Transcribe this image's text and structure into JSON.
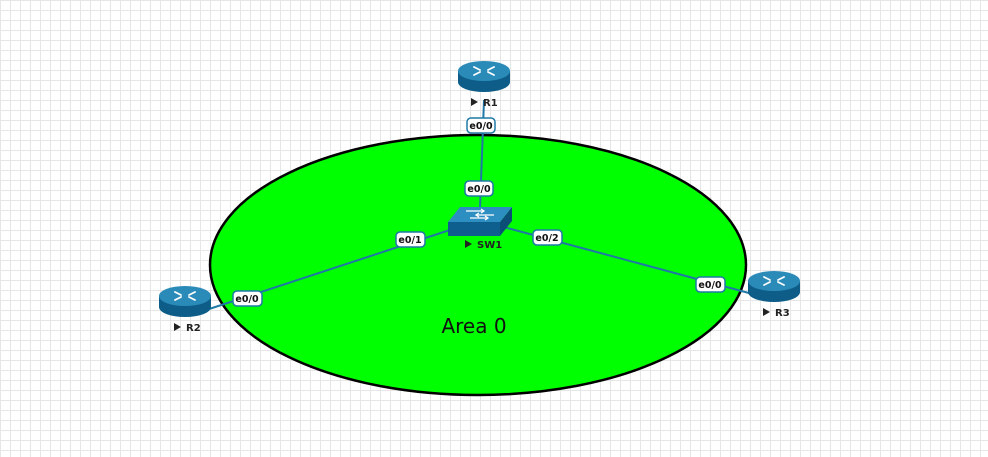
{
  "area": {
    "label": "Area 0",
    "fill": "#00ff00",
    "stroke": "#000000"
  },
  "colors": {
    "link": "#1f78a6",
    "router_top": "#2a8ab8",
    "router_side": "#0d5d88",
    "switch": "#1d73a6"
  },
  "nodes": {
    "r1": {
      "label": "R1",
      "type": "router",
      "icon": "router-icon"
    },
    "r2": {
      "label": "R2",
      "type": "router",
      "icon": "router-icon"
    },
    "r3": {
      "label": "R3",
      "type": "router",
      "icon": "router-icon"
    },
    "sw1": {
      "label": "SW1",
      "type": "switch",
      "icon": "switch-icon"
    }
  },
  "links": [
    {
      "from": "R1",
      "to": "SW1",
      "from_port": "e0/0",
      "to_port": "e0/0"
    },
    {
      "from": "R2",
      "to": "SW1",
      "from_port": "e0/0",
      "to_port": "e0/1"
    },
    {
      "from": "R3",
      "to": "SW1",
      "from_port": "e0/0",
      "to_port": "e0/2"
    }
  ]
}
